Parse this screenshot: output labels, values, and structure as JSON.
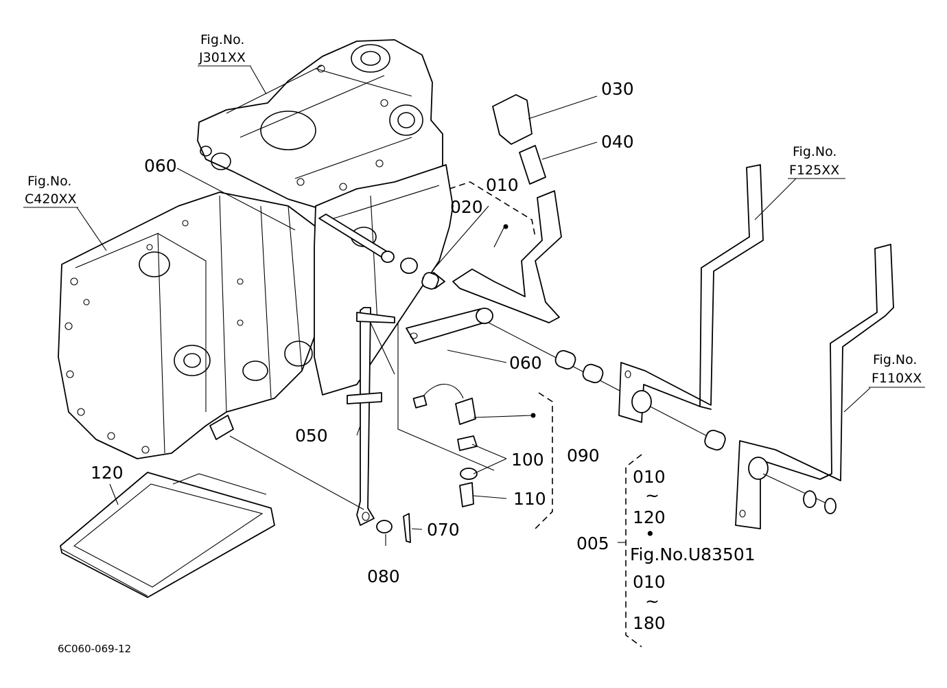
{
  "fig_refs": {
    "j301": {
      "line1": "Fig.No.",
      "line2": "J301XX"
    },
    "c420": {
      "line1": "Fig.No.",
      "line2": "C420XX"
    },
    "f125": {
      "line1": "Fig.No.",
      "line2": "F125XX"
    },
    "f110": {
      "line1": "Fig.No.",
      "line2": "F110XX"
    }
  },
  "callouts": {
    "p030": "030",
    "p040": "040",
    "p010": "010",
    "p020": "020",
    "p060a": "060",
    "p060b": "060",
    "p050": "050",
    "p070": "070",
    "p080": "080",
    "p090": "090",
    "p100": "100",
    "p110": "110",
    "p120": "120"
  },
  "assembly_group": {
    "code": "005",
    "range1_start": "010",
    "range1_end": "120",
    "dot": "•",
    "fig_ref": "Fig.No.U83501",
    "range2_start": "010",
    "range2_end": "180",
    "tilde": "~"
  },
  "drawing_code": "6C060-069-12"
}
